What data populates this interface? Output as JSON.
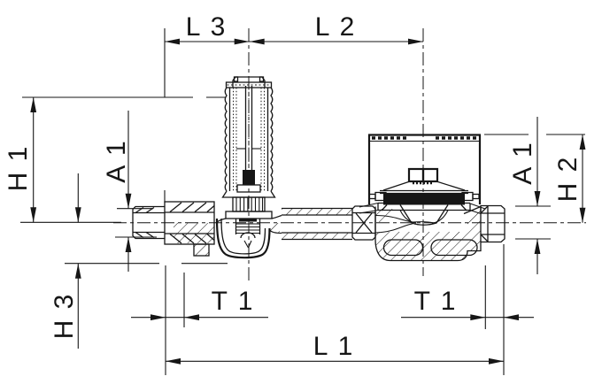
{
  "diagram": {
    "type": "technical-drawing",
    "subject": "valve cross-section with dimension callouts",
    "background_color": "#ffffff",
    "line_color": "#161616",
    "labels": {
      "l3": "L 3",
      "l2": "L 2",
      "l1": "L 1",
      "h1": "H 1",
      "h2": "H 2",
      "h3": "H 3",
      "a1_left": "A 1",
      "a1_right": "A 1",
      "t1_left": "T 1",
      "t1_right": "T 1"
    }
  }
}
